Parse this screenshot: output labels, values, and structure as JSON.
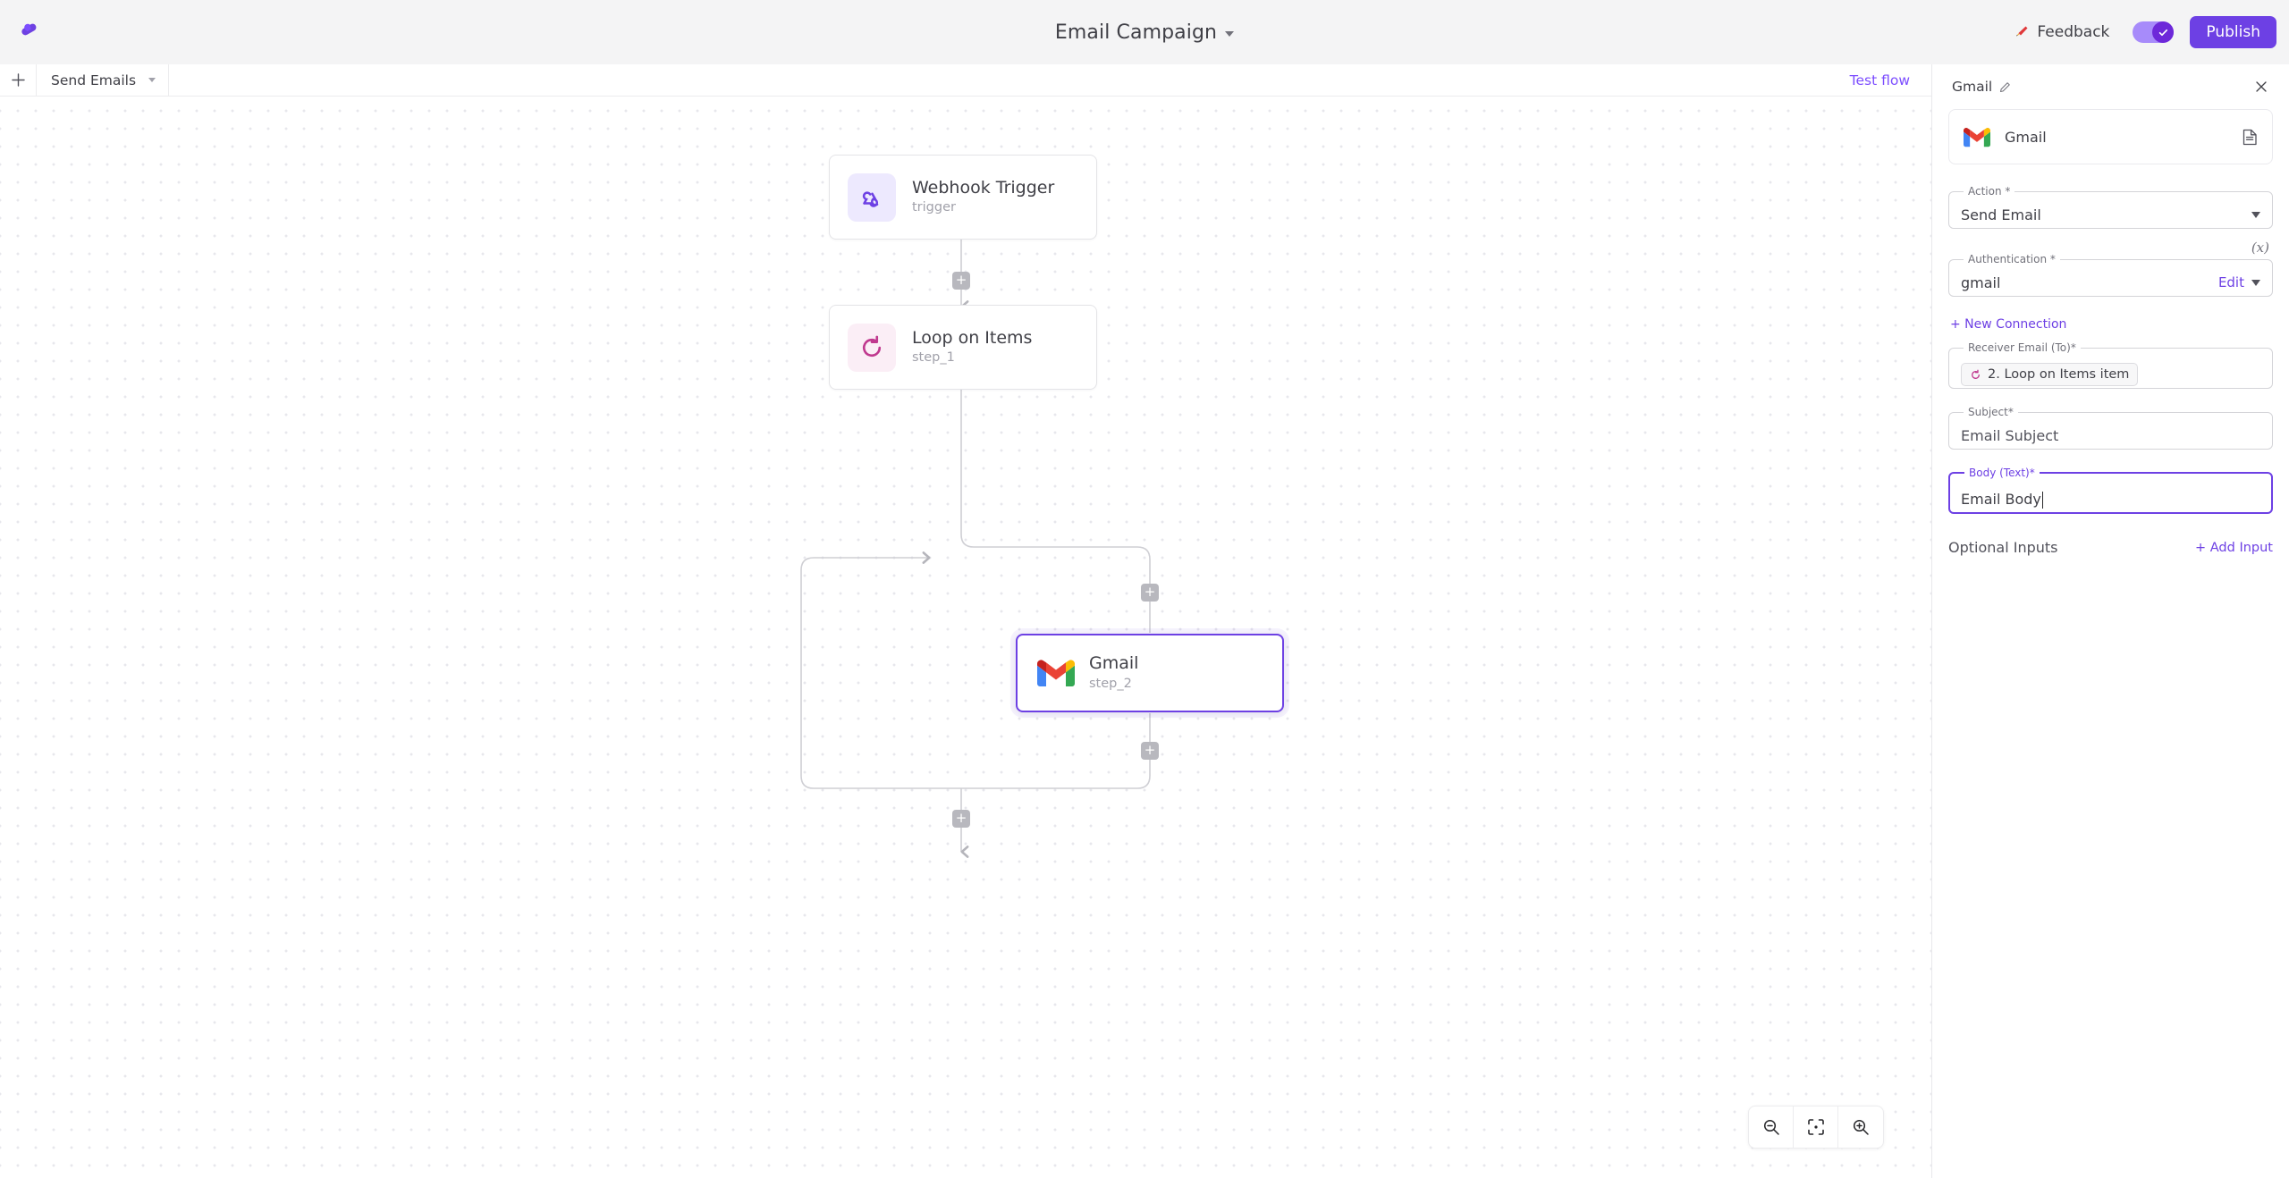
{
  "topbar": {
    "logo_icon": "activepieces-logo-icon",
    "flow_title": "Email Campaign",
    "title_chevron_icon": "chevron-down-icon",
    "feedback_label": "Feedback",
    "feedback_icon": "megaphone-icon",
    "toggle_state": "on",
    "toggle_check_icon": "check-icon",
    "publish_label": "Publish",
    "accent_color": "#6d40e4",
    "toggle_track_color": "#a78bfa",
    "toggle_knob_color": "#6d28d9",
    "bar_background": "#f4f4f5"
  },
  "subbar": {
    "add_icon": "plus-icon",
    "tab_label": "Send Emails",
    "tab_caret_icon": "caret-down-icon",
    "test_flow_label": "Test flow"
  },
  "canvas": {
    "background": "#ffffff",
    "dot_color": "#e7e7ec",
    "nodes": [
      {
        "title": "Webhook Trigger",
        "subtitle": "trigger",
        "icon": "webhook-icon",
        "icon_color": "#6d40e4",
        "icon_bg": "#ede9fe",
        "selected": false
      },
      {
        "title": "Loop on Items",
        "subtitle": "step_1",
        "icon": "loop-refresh-icon",
        "icon_color": "#c0398f",
        "icon_bg": "#fbeef6",
        "selected": false
      },
      {
        "title": "Gmail",
        "subtitle": "step_2",
        "icon": "gmail-icon",
        "icon_color": "#ea4335",
        "icon_bg": "transparent",
        "selected": true
      }
    ],
    "add_step_buttons": [
      {
        "name": "add-step-after-trigger",
        "label": "+"
      },
      {
        "name": "add-step-loop-before",
        "label": "+"
      },
      {
        "name": "add-step-loop-after",
        "label": "+"
      },
      {
        "name": "add-step-after-loop",
        "label": "+"
      }
    ],
    "zoom_toolbar": {
      "zoom_out_icon": "zoom-out-icon",
      "fit_view_icon": "fit-to-view-icon",
      "zoom_in_icon": "zoom-in-icon"
    }
  },
  "panel": {
    "header_title": "Gmail",
    "header_edit_icon": "pencil-icon",
    "close_icon": "close-icon",
    "piece": {
      "name": "Gmail",
      "icon": "gmail-icon",
      "docs_icon": "document-icon"
    },
    "fields": {
      "action": {
        "label": "Action *",
        "value": "Send Email",
        "caret_icon": "caret-down-icon",
        "focused": false
      },
      "authentication": {
        "label": "Authentication *",
        "value": "gmail",
        "edit_label": "Edit",
        "caret_icon": "caret-down-icon",
        "variable_icon": "(x)",
        "focused": false
      },
      "new_connection_label": "+ New Connection",
      "receiver_email": {
        "label": "Receiver Email (To)*",
        "chip_text": "2. Loop on Items item",
        "chip_icon": "loop-refresh-icon",
        "chip_icon_color": "#c0398f",
        "focused": false
      },
      "subject": {
        "label": "Subject*",
        "value": "Email Subject",
        "focused": false
      },
      "body": {
        "label": "Body (Text)*",
        "value": "Email Body",
        "focused": true,
        "has_cursor": true
      }
    },
    "optional_inputs": {
      "label": "Optional Inputs",
      "add_input_label": "+ Add Input"
    }
  }
}
